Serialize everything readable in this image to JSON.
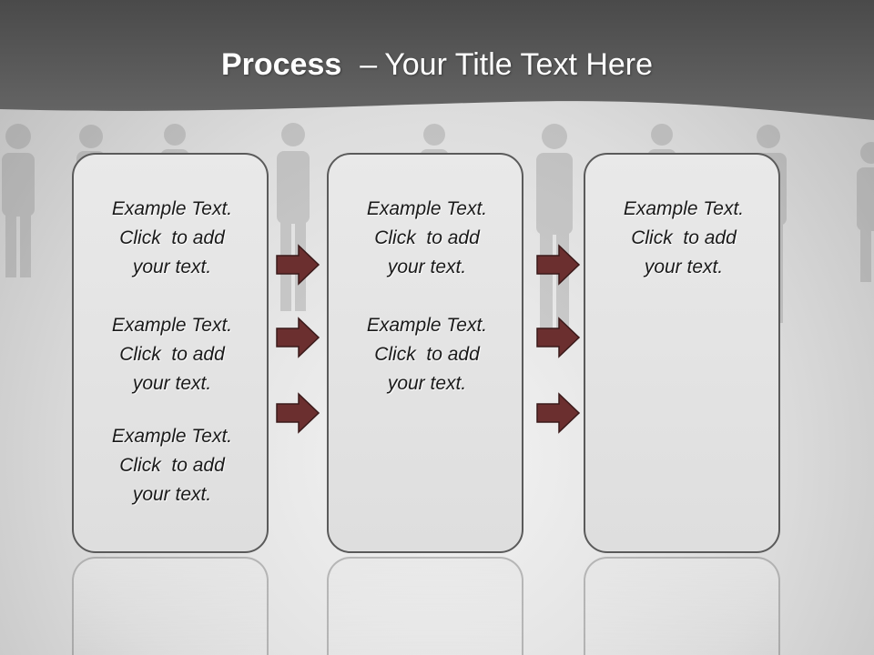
{
  "header": {
    "title_bold": "Process",
    "title_separator": "–",
    "title_rest": "Your Title Text Here",
    "band_color": "#555555"
  },
  "arrow_color": "#6b2f2f",
  "columns": [
    {
      "items": [
        {
          "line1": "Example Text.",
          "line2": "Click  to add",
          "line3": "your text."
        },
        {
          "line1": "Example Text.",
          "line2": "Click  to add",
          "line3": "your text."
        },
        {
          "line1": "Example Text.",
          "line2": "Click  to add",
          "line3": "your text."
        }
      ]
    },
    {
      "items": [
        {
          "line1": "Example Text.",
          "line2": "Click  to add",
          "line3": "your text."
        },
        {
          "line1": "Example Text.",
          "line2": "Click  to add",
          "line3": "your text."
        }
      ]
    },
    {
      "items": [
        {
          "line1": "Example Text.",
          "line2": "Click  to add",
          "line3": "your text."
        }
      ]
    }
  ],
  "arrows": [
    {
      "name": "arrow-col1-row1"
    },
    {
      "name": "arrow-col1-row2"
    },
    {
      "name": "arrow-col1-row3"
    },
    {
      "name": "arrow-col2-row1"
    },
    {
      "name": "arrow-col2-row2"
    },
    {
      "name": "arrow-col2-row3"
    }
  ]
}
